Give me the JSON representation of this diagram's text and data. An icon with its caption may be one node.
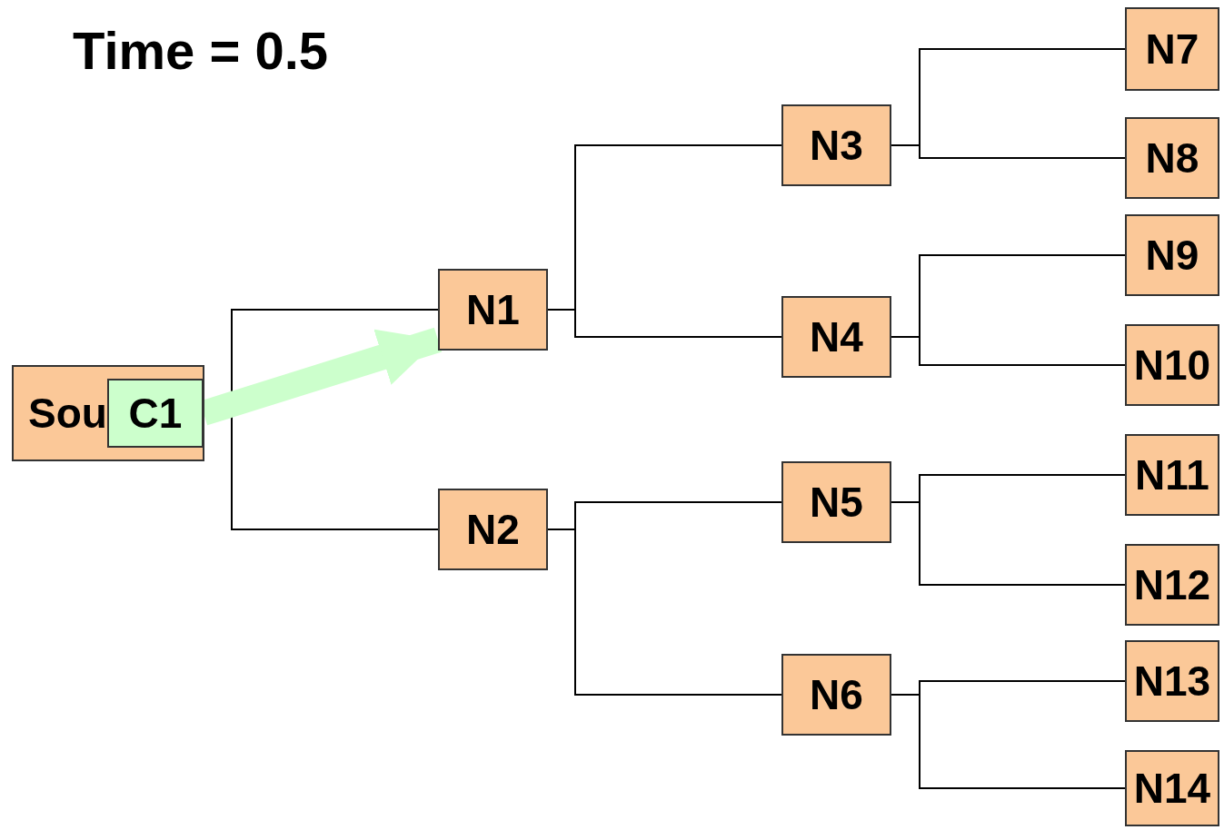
{
  "diagram": {
    "title": "Time = 0.5",
    "nodes": [
      {
        "text": [
          "Sou"
        ]
      },
      {
        "text": [
          "C1"
        ],
        "in": 0
      },
      {
        "text": [
          "N1"
        ]
      },
      {
        "text": [
          "N2"
        ]
      },
      {
        "text": [
          "N3"
        ]
      },
      {
        "text": [
          "N4"
        ]
      },
      {
        "text": [
          "N5"
        ]
      },
      {
        "text": [
          "N6"
        ]
      },
      {
        "text": [
          "N7"
        ]
      },
      {
        "text": [
          "N8"
        ]
      },
      {
        "text": [
          "N9"
        ]
      },
      {
        "text": [
          "N10"
        ]
      },
      {
        "text": [
          "N11"
        ]
      },
      {
        "text": [
          "N12"
        ]
      },
      {
        "text": [
          "N13"
        ]
      },
      {
        "text": [
          "N14"
        ]
      }
    ],
    "edges": [
      {
        "from": 0,
        "to": 2,
        "arrow": "none"
      },
      {
        "from": 0,
        "to": 3,
        "arrow": "none"
      },
      {
        "from": 2,
        "to": 4,
        "arrow": "none"
      },
      {
        "from": 2,
        "to": 5,
        "arrow": "none"
      },
      {
        "from": 3,
        "to": 6,
        "arrow": "none"
      },
      {
        "from": 3,
        "to": 7,
        "arrow": "none"
      },
      {
        "from": 4,
        "to": 8,
        "arrow": "none"
      },
      {
        "from": 4,
        "to": 9,
        "arrow": "none"
      },
      {
        "from": 5,
        "to": 10,
        "arrow": "none"
      },
      {
        "from": 5,
        "to": 11,
        "arrow": "none"
      },
      {
        "from": 6,
        "to": 12,
        "arrow": "none"
      },
      {
        "from": 6,
        "to": 13,
        "arrow": "none"
      },
      {
        "from": 7,
        "to": 14,
        "arrow": "none"
      },
      {
        "from": 7,
        "to": 15,
        "arrow": "none"
      },
      {
        "from": 1,
        "to": 2,
        "arrow": "to",
        "style": "thick",
        "color": "#ccffcc"
      }
    ]
  }
}
